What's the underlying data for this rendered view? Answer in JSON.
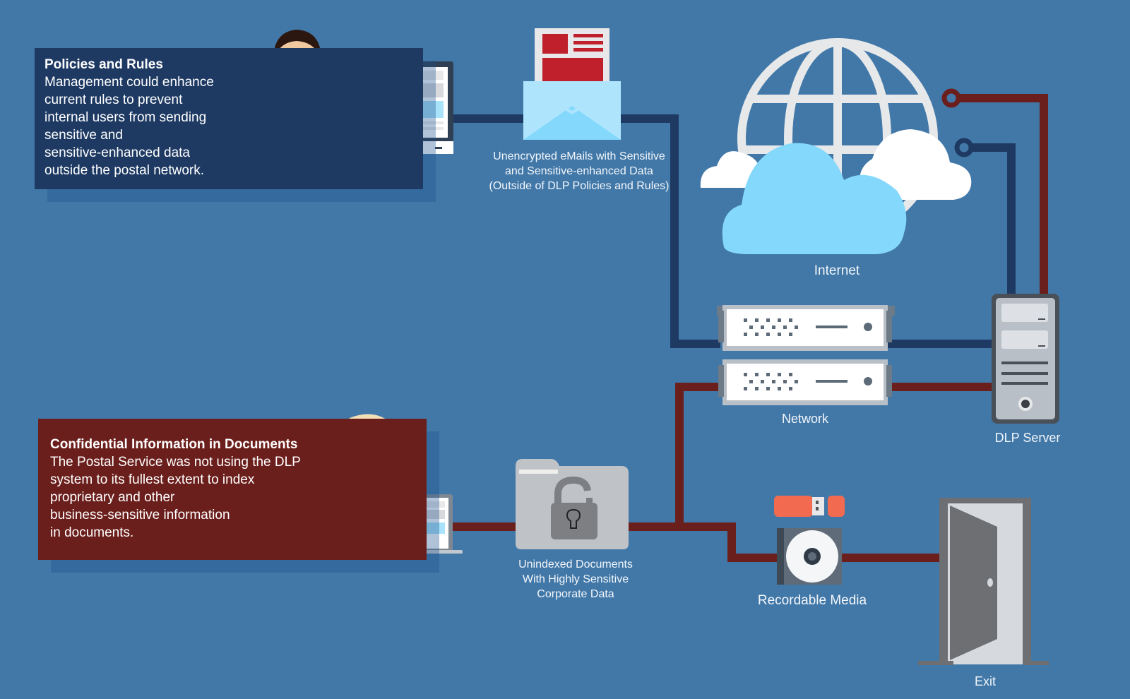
{
  "diagram": {
    "title": "Data Loss Prevention Flow",
    "colors": {
      "background": "#4278a8",
      "navy_line": "#1e3a63",
      "red_line": "#6b1f1c",
      "light_blue": "#84d8fb",
      "white": "#ffffff",
      "gray": "#bfc3c7",
      "dark_gray": "#6d6f72",
      "usb_orange": "#f26a50",
      "email_red": "#c0202c"
    },
    "panels": {
      "policies": {
        "title": "Policies and Rules",
        "body": "Management could enhance\ncurrent rules to prevent\ninternal users from sending\nsensitive and\nsensitive-enhanced data\noutside the postal network."
      },
      "confidential": {
        "title": "Confidential Information in Documents",
        "body": "The Postal Service was not using the DLP\nsystem to its fullest extent to index\nproprietary and other\nbusiness-sensitive information\nin documents."
      }
    },
    "nodes": {
      "email": {
        "label": "Unencrypted eMails with Sensitive\nand Sensitive-enhanced Data\n(Outside of DLP Policies and Rules)",
        "icon": "envelope-icon"
      },
      "internet": {
        "label": "Internet",
        "icon": "globe-cloud-icon"
      },
      "network": {
        "label": "Network",
        "icon": "network-switch-icon"
      },
      "dlp_server": {
        "label": "DLP Server",
        "icon": "server-tower-icon"
      },
      "documents": {
        "label": "Unindexed Documents\nWith Highly Sensitive\nCorporate Data",
        "icon": "unlocked-folder-icon"
      },
      "media": {
        "label": "Recordable Media",
        "icon": "usb-cd-icon"
      },
      "exit": {
        "label": "Exit",
        "icon": "open-door-icon"
      }
    },
    "edges": [
      {
        "from": "policies",
        "to": "email",
        "color": "navy"
      },
      {
        "from": "email",
        "to": "network",
        "color": "navy"
      },
      {
        "from": "network",
        "to": "dlp_server",
        "color": "navy"
      },
      {
        "from": "dlp_server",
        "to": "internet",
        "color": "navy"
      },
      {
        "from": "dlp_server",
        "to": "internet",
        "color": "red"
      },
      {
        "from": "network",
        "to": "dlp_server",
        "color": "red"
      },
      {
        "from": "confidential",
        "to": "documents",
        "color": "red"
      },
      {
        "from": "documents",
        "to": "network",
        "color": "red"
      },
      {
        "from": "documents",
        "to": "media",
        "color": "red"
      },
      {
        "from": "media",
        "to": "exit",
        "color": "red"
      }
    ]
  }
}
